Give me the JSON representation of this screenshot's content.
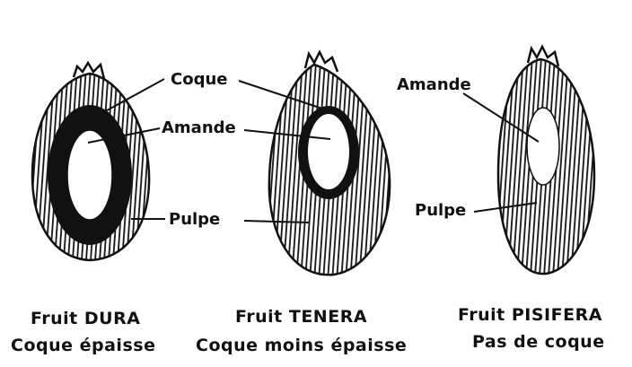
{
  "labels": {
    "coque": "Coque",
    "amande_1": "Amande",
    "pulpe_1": "Pulpe",
    "amande_2": "Amande",
    "pulpe_2": "Pulpe"
  },
  "fruits": [
    {
      "name": "Fruit DURA",
      "shell": "Coque épaisse"
    },
    {
      "name": "Fruit TENERA",
      "shell": "Coque moins épaisse"
    },
    {
      "name": "Fruit PISIFERA",
      "shell": "Pas de coque"
    }
  ],
  "colors": {
    "ink": "#111111",
    "paper": "#ffffff"
  }
}
